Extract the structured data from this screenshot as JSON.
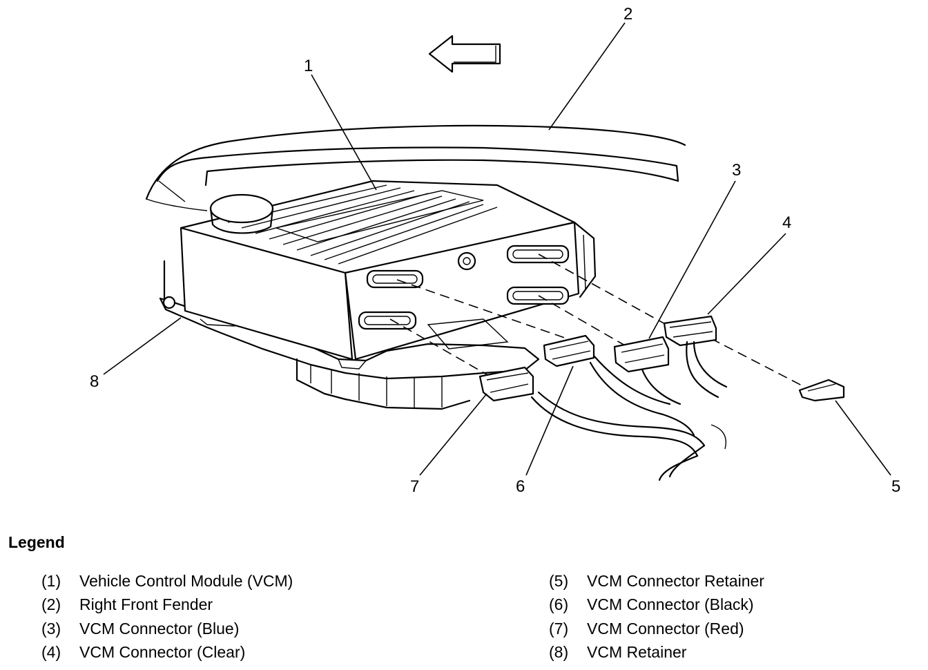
{
  "callouts": {
    "c1": "1",
    "c2": "2",
    "c3": "3",
    "c4": "4",
    "c5": "5",
    "c6": "6",
    "c7": "7",
    "c8": "8"
  },
  "legend": {
    "title": "Legend",
    "items": [
      {
        "num": "(1)",
        "text": "Vehicle Control Module (VCM)"
      },
      {
        "num": "(2)",
        "text": "Right Front Fender"
      },
      {
        "num": "(3)",
        "text": "VCM Connector (Blue)"
      },
      {
        "num": "(4)",
        "text": "VCM Connector (Clear)"
      },
      {
        "num": "(5)",
        "text": "VCM Connector Retainer"
      },
      {
        "num": "(6)",
        "text": "VCM Connector (Black)"
      },
      {
        "num": "(7)",
        "text": "VCM Connector (Red)"
      },
      {
        "num": "(8)",
        "text": "VCM Retainer"
      }
    ]
  }
}
